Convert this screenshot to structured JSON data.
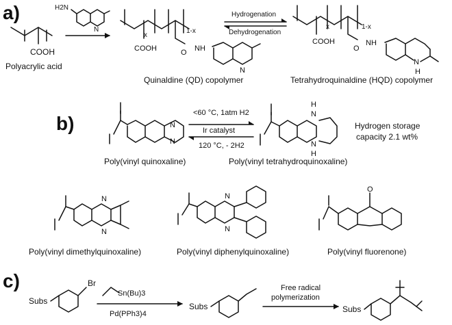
{
  "panels": {
    "a": {
      "marker": "a)",
      "reagent": "H2N-quinaldine",
      "reactant_label": "Polyacrylic acid",
      "product1_label": "Quinaldine (QD) copolymer",
      "product2_label": "Tetrahydroquinaldine (HQD) copolymer",
      "forward_condition": "Hydrogenation",
      "reverse_condition": "Dehydrogenation",
      "atoms": {
        "cooh": "COOH",
        "o": "O",
        "n": "N",
        "nh": "NH",
        "h": "H",
        "h2n": "H2N"
      },
      "subscripts": {
        "x": "x",
        "one_minus_x": "1-x"
      }
    },
    "b": {
      "marker": "b)",
      "cond_top": "<60 °C, 1atm H2",
      "cond_mid": "Ir catalyst",
      "cond_bottom": "120 °C, - 2H2",
      "left_label": "Poly(vinyl quinoxaline)",
      "right_label": "Poly(vinyl tetrahydroquinoxaline)",
      "storage_line1": "Hydrogen storage",
      "storage_line2": "capacity 2.1 wt%",
      "other_polymers": [
        "Poly(vinyl dimethylquinoxaline)",
        "Poly(vinyl diphenylquinoxaline)",
        "Poly(vinyl fluorenone)"
      ],
      "atoms": {
        "n": "N",
        "h": "H",
        "o": "O"
      }
    },
    "c": {
      "marker": "c)",
      "subs": "Subs",
      "br": "Br",
      "reagent": "Sn(Bu)3",
      "catalyst": "Pd(PPh3)4",
      "step2_line1": "Free radical",
      "step2_line2": "polymerization"
    }
  }
}
